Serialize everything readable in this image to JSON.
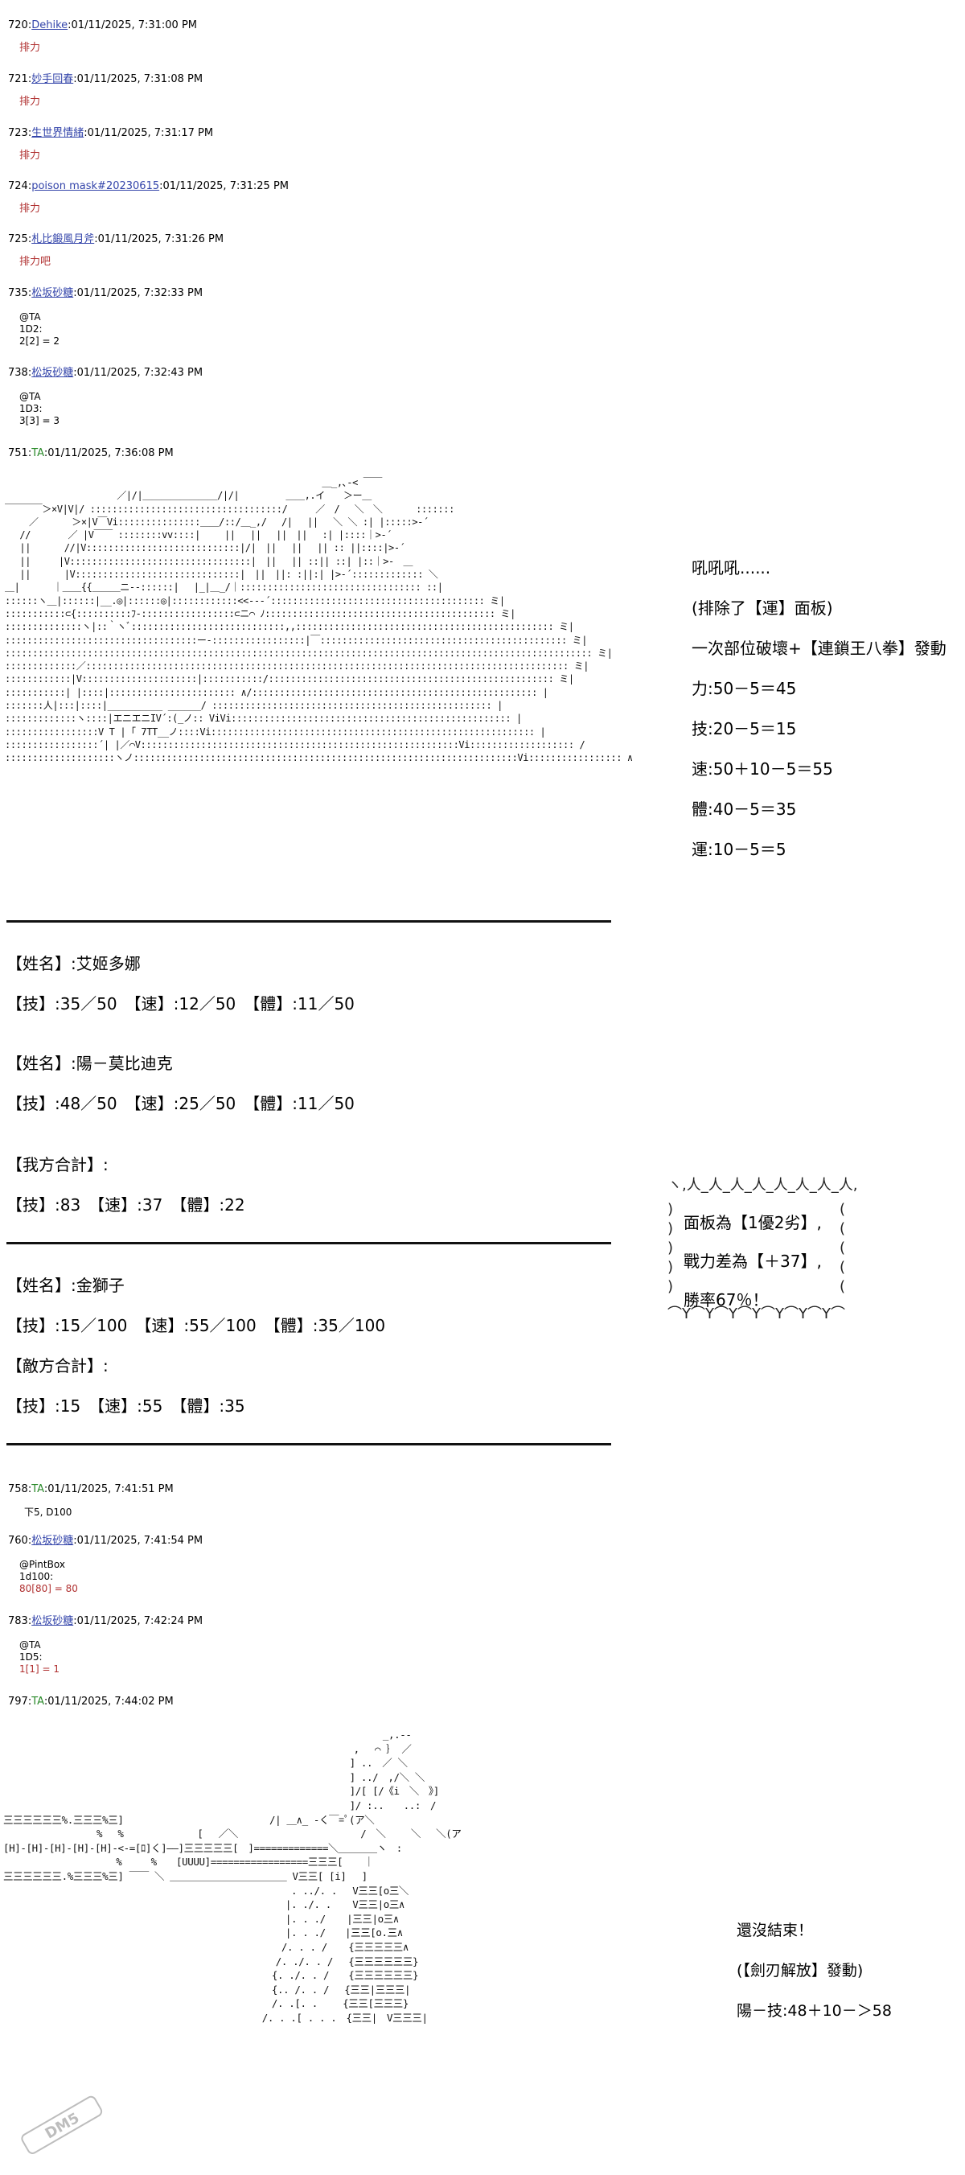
{
  "posts": [
    {
      "num": "720:",
      "name": "Dehike",
      "date": ":01/11/2025, 7:31:00 PM",
      "body": "排力",
      "body_red": true
    },
    {
      "num": "721:",
      "name": "妙手回春",
      "date": ":01/11/2025, 7:31:08 PM",
      "body": "排力",
      "body_red": true
    },
    {
      "num": "723:",
      "name": "生世界情緒",
      "date": ":01/11/2025, 7:31:17 PM",
      "body": "排力",
      "body_red": true
    },
    {
      "num": "724:",
      "name": "poison mask#20230615",
      "date": ":01/11/2025, 7:31:25 PM",
      "body": "排力",
      "body_red": true
    },
    {
      "num": "725:",
      "name": "札比鍛風月斧",
      "date": ":01/11/2025, 7:31:26 PM",
      "body": "排力吧",
      "body_red": true
    },
    {
      "num": "735:",
      "name": "松坂砂糖",
      "date": ":01/11/2025, 7:32:33 PM",
      "body": "@TA\n1D2:\n2[2] = 2",
      "body_red": false
    },
    {
      "num": "738:",
      "name": "松坂砂糖",
      "date": ":01/11/2025, 7:32:43 PM",
      "body": "@TA\n1D3:\n3[3] = 3",
      "body_red": false
    },
    {
      "num": "751:",
      "name": "TA",
      "date": ":01/11/2025, 7:36:08 PM",
      "body": "",
      "body_red": false
    }
  ],
  "posts2": [
    {
      "num": "758:",
      "name": "TA",
      "date": ":01/11/2025, 7:41:51 PM",
      "body": "下5, D100"
    },
    {
      "num": "760:",
      "name": "松坂砂糖",
      "date": ":01/11/2025, 7:41:54 PM",
      "body": "@PintBox\n1d100:",
      "roll": "80[80] = 80"
    },
    {
      "num": "783:",
      "name": "松坂砂糖",
      "date": ":01/11/2025, 7:42:24 PM",
      "body": "@TA\n1D5:",
      "roll": "1[1] = 1"
    },
    {
      "num": "797:",
      "name": "TA",
      "date": ":01/11/2025, 7:44:02 PM",
      "body": ""
    }
  ],
  "narration1": [
    "吼吼吼......",
    "(排除了【運】面板)",
    "一次部位破壞+【連鎖王八拳】發動",
    "力:50－5＝45",
    "技:20－5＝15",
    "速:50＋10－5＝55",
    "體:40－5＝35",
    "運:10－5＝5"
  ],
  "stats": {
    "p1_name": "【姓名】:艾姬多娜",
    "p1_stats": "【技】:35／50　【速】:12／50　【體】:11／50",
    "p2_name": "【姓名】:陽－莫比迪克",
    "p2_stats": "【技】:48／50　【速】:25／50　【體】:11／50",
    "ally_total_label": "【我方合計】:",
    "ally_total": "【技】:83　【速】:37　【體】:22",
    "enemy_name": "【姓名】:金獅子",
    "enemy_stats": "【技】:15／100　【速】:55／100　【體】:35／100",
    "enemy_total_label": "【敵方合計】:",
    "enemy_total": "【技】:15　【速】:55　【體】:35"
  },
  "bubble": {
    "line1": "面板為【1優2劣】,",
    "line2": "戰力差為【＋37】,",
    "line3": "勝率67％！"
  },
  "narration2": [
    "還沒結束！",
    "(【劍刃解放】發動)",
    "陽－技:48＋10－＞58"
  ],
  "aa1": "　　　　　　　　　　　　　　　　　　　　　　　　　　　　　　　　　　＿_,､-< ￣￣\n　　　　　　　　　　　　／|/|＿＿＿＿＿＿＿＿/|/|　　　　　＿＿,.イ　　＞ー＿\n￣￣￣￣＞×V|V|/ :::::::::::::::::::::::::::::::::::/　　　／　/　 ＼　＼　　　 :::::::\n　　 ／　　　 ＞×|V￣Vi:::::::::::::::＿＿/::/＿_,/　 /|　 ||　 ＼ ＼ :| |:::::>-´\n　 //　　　　／ |V￣￣ ::::::::vv::::|　　 || 　|| 　||　||　 :| |::::｜>-´\n　 ||　　　 //|V::::::::::::::::::::::::::::|/|　|| 　|| 　|| :: ||::::|>-´\n　 ||　　　|V:::::::::::::::::::::::::::::::::|　|| 　|| ::|| ::| |::｜>-　＿\n　 ||　　　 |V::::::::::::::::::::::::::::::|　||　||: :||:| |>-´::::::::::::: ＼\n＿|　　　 ｜＿＿{{＿＿＿ニ-‐::::::|　 |_|＿_/｜::::::::::::::::::::::::::::::::: ::|\n::::::ヽ＿|::::::|__.◎|::::::◎|::::::::::::<<--‐´::::::::::::::::::::::::::::::::::::::: ミ|\n:::::::::::⊂{::::::::::ﾌ-:::::::::::::::::⊂ニ⌒ ﾉ:::::::::::::::::::::::::::::::::::::::::: ミ|\n::::::::::::::ヽ|::｀ヽﾞ::::::::::::::::::::::::::::,,::::::::::::::::::::::::::::::::::::::::::::::: ミ|\n:::::::::::::::::::::::::::::::::::ー-:::::::::::::::::|￣::::::::::::::::::::::::::::::::::::::::::::: ミ|\n::::::::::::::::::::::::::::::::::::::::::::::::::::::::::::::::::::::::::::::::::::::::::::::::::::::::::: ミ|\n:::::::::::::／:::::::::::::::::::::::::::::::::::::::::::::::::::::::::::::::::::::::::::::::::::::::: ミ|\n::::::::::::|V:::::::::::::::::::::|:::::::::::/:::::::::::::::::::::::::::::::::::::::::::::::::::: ミ|\n:::::::::::| |::::|::::::::::::::::::::::: ∧/:::::::::::::::::::::::::::::::::::::::::::::::::::: |\n:::::::人|:::|::::|__________ ______/ ::::::::::::::::::::::::::::::::::::::::::::::::::: |\n:::::::::::::ヽ::::|エニエニIV´:(_ノ:: ViVi::::::::::::::::::::::::::::::::::::::::::::::::::: |\n:::::::::::::::::V T | ｢ 7TT__ノ::::Vi::::::::::::::::::::::::::::::::::::::::::::::::::::::::::: |\n:::::::::::::::::´| |／⌒V::::::::::::::::::::::::::::::::::::::::::::::::::::::::::Vi::::::::::::::::::: /\n::::::::::::::::::::ヽノ::::::::::::::::::::::::::::::::::::::::::::::::::::::::::::::::::::::Vi::::::::::::::::: ∧",
  "aa2": "　　　　　　　　　　　　　　　　　　　　　　　　　　　　　　　　　　　　　　　_,.-‐\n　　　　　　　　　　　　　　　　　　　　　　　　　　　　　　　　　　　　,　 ⌒ ｝ ／\n　　　　　　　　　　　　　　　　　　　　　　　　　　　　　　　　　　　 ] ..　／ ＼\n　　　　　　　　　　　　　　　　　　　　　　　　　　　　　　　　　　　 ] ../　,/＼ ＼\n　　　　　　　　　　　　　　　　　　　　　　　　　　　　　　　　　　　 ]/[ [/《i　＼　》]\n　　　　　　　　　　　　　　　　　　　　　　　　　　　　　　　　　　　 ]/ :..　　..:　/\n三三三三三三%.三三三%三]　　　　　　　　　　　　　　　/| ＿∧_ -く￣=ﾟ(ア＼\n　　　　　　　　　 %　 %　 　　　　　　[　 ／＼　　　　　　　　　　　　 /　＼　　 ＼　 ＼(ア\n[H]-[H]-[H]-[H]-[H]-<-=[ﾛ]く]――]三三三三三[　]=============＼＿＿＿＿ヽ　:\n　　　　　　　　　　　 %　　　%　　[UUUU]=================三三三[ 　 ｜ 　\n三三三三三三.%三三三%三] ￣￣ ＼ ＿＿＿＿＿＿＿＿＿＿＿＿ V三三[ [i] 　] \n　　　　　　　　　　　　　　　　　　　　　　　　　　　　　 . ../. . 　V三三[o三＼\n　　　　　　　　　　　　　　　　　　　　　　　　　　　　　|. ./. . 　 V三三|o三∧\n　　　　　　　　　　　　　　　　　　　　　　　　　　　　　|. . ./ 　 |三三|o三∧\n　　　　　　　　　　　　　　　　　　　　　　　　　　　　　|. . ./　　|三三[o.三∧\n　　　　　　　　　　　　　　　　　　　　　　　　　　　　 /. . . / 　 {三三三三三∧\n　　　　　　　　　　　　　　　　　　　　　　　　　　　　/. ./. . /　 {三三三三三三}\n　　　　　　　　　　　　　　　　　　　　　　　　　　　 {. ./. . /　　{三三三三三三}\n　　　　　　　　　　　　　　　　　　　　　　　　　　　 {.. /. . /　 {三三|三三三|\n　　　　　　　　　　　　　　　　　　　　　　　　　　　 /. .[. . 　　{三三[三三三}\n　　　　　　　　　　　　　　　　　　　　　　　　　　 /. . .[ . . .　{三三|　V三三三|"
}
